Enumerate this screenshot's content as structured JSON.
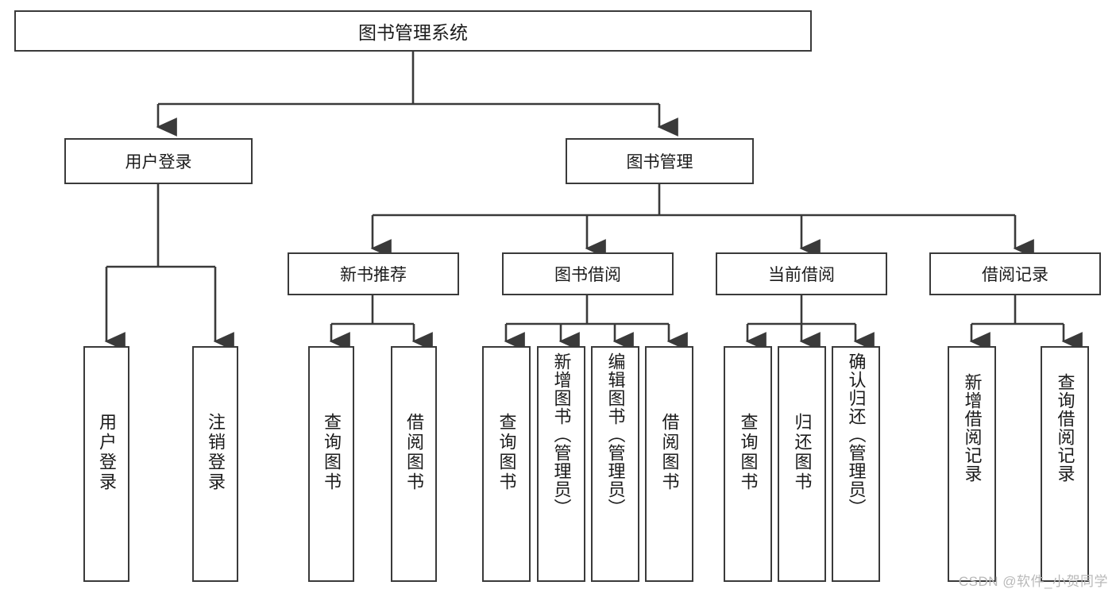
{
  "diagram": {
    "title": "图书管理系统",
    "type": "tree",
    "root": {
      "label": "图书管理系统",
      "children": [
        {
          "label": "用户登录",
          "children": [
            {
              "label": "用户登录"
            },
            {
              "label": "注销登录"
            }
          ]
        },
        {
          "label": "图书管理",
          "children": [
            {
              "label": "新书推荐",
              "children": [
                {
                  "label": "查询图书"
                },
                {
                  "label": "借阅图书"
                }
              ]
            },
            {
              "label": "图书借阅",
              "children": [
                {
                  "label": "查询图书"
                },
                {
                  "label": "新增图书（管理员）"
                },
                {
                  "label": "编辑图书（管理员）"
                },
                {
                  "label": "借阅图书"
                }
              ]
            },
            {
              "label": "当前借阅",
              "children": [
                {
                  "label": "查询图书"
                },
                {
                  "label": "归还图书"
                },
                {
                  "label": "确认归还（管理员）"
                }
              ]
            },
            {
              "label": "借阅记录",
              "children": [
                {
                  "label": "新增借阅记录"
                },
                {
                  "label": "查询借阅记录"
                }
              ]
            }
          ]
        }
      ]
    }
  },
  "nodes": {
    "root": "图书管理系统",
    "user_login": "用户登录",
    "book_manage": "图书管理",
    "new_book_rec": "新书推荐",
    "book_borrow": "图书借阅",
    "current_borrow": "当前借阅",
    "borrow_record": "借阅记录",
    "leaf_user_login": "用户登录",
    "leaf_logout": "注销登录",
    "leaf_query_book_a": "查询图书",
    "leaf_borrow_book_a": "借阅图书",
    "leaf_query_book_b": "查询图书",
    "leaf_add_book": "新增图书（管理员）",
    "leaf_edit_book": "编辑图书（管理员）",
    "leaf_borrow_book_b": "借阅图书",
    "leaf_query_book_c": "查询图书",
    "leaf_return_book": "归还图书",
    "leaf_confirm_return": "确认归还（管理员）",
    "leaf_add_record": "新增借阅记录",
    "leaf_query_record": "查询借阅记录"
  },
  "watermark": {
    "text": "CSDN @软件_小贺同学"
  },
  "colors": {
    "stroke": "#3a3a3a",
    "fill": "#ffffff",
    "text": "#1b1b1b",
    "watermark": "#b9b9b9"
  }
}
